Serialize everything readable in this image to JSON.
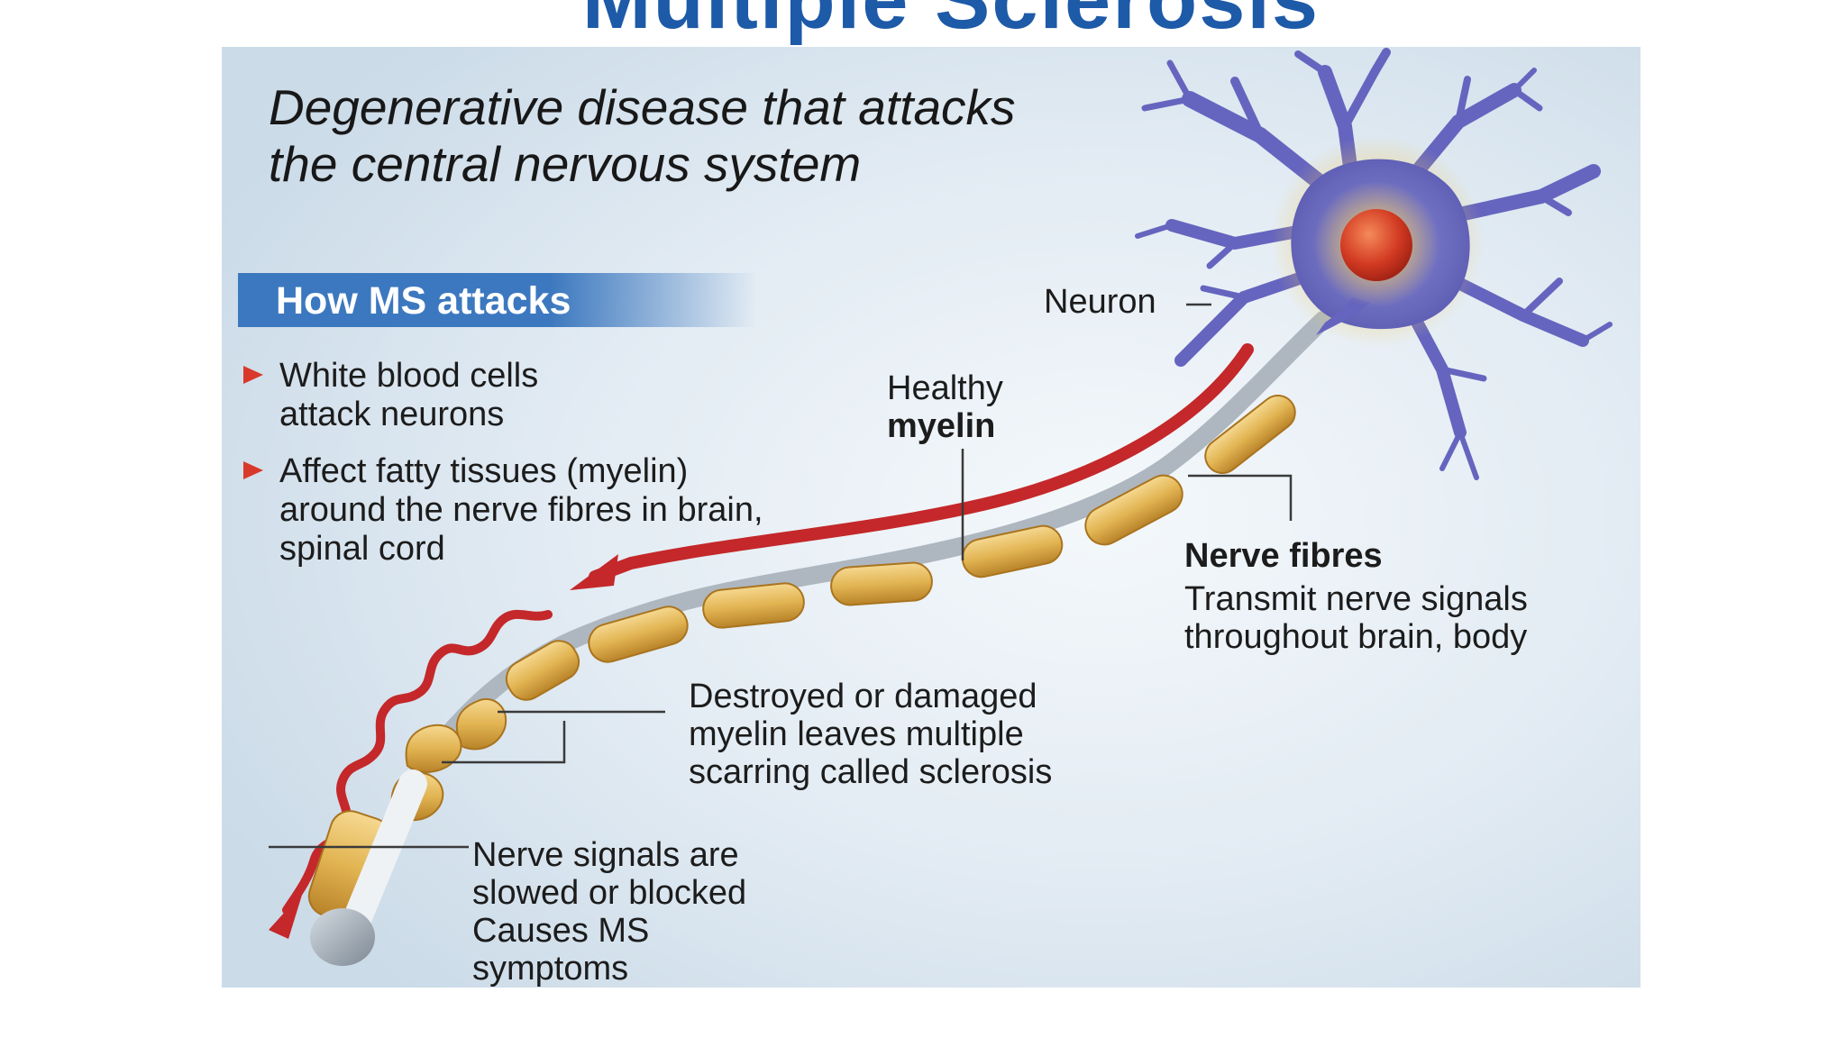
{
  "title": "Multiple Sclerosis",
  "lead": "Degenerative disease that attacks the central nervous system",
  "banner": "How MS attacks",
  "bullets": [
    "White blood cells attack neurons",
    "Affect fatty tissues (myelin) around the nerve fibres in brain, spinal cord"
  ],
  "labels": {
    "neuron": "Neuron",
    "healthy": "Healthy",
    "myelin": "myelin",
    "nerve_fibres_title": "Nerve fibres",
    "nerve_fibres_line1": "Transmit nerve signals",
    "nerve_fibres_line2": "throughout brain, body",
    "destroyed_line1": "Destroyed or damaged",
    "destroyed_line2": "myelin leaves multiple",
    "destroyed_line3": "scarring called sclerosis",
    "signals_line1": "Nerve signals are",
    "signals_line2": "slowed or blocked",
    "signals_line3": "Causes MS",
    "signals_line4": "symptoms"
  },
  "colors": {
    "panel": "#d6e3ee",
    "title_blue": "#1d5aa8",
    "banner_blue": "#3c78bf",
    "arrow_red": "#c4282a",
    "neuron_purple": "#6e6ec4",
    "nucleus_red": "#d23a22",
    "myelin_gold": "#e2b452",
    "axon_gray": "#aeb7c0"
  }
}
